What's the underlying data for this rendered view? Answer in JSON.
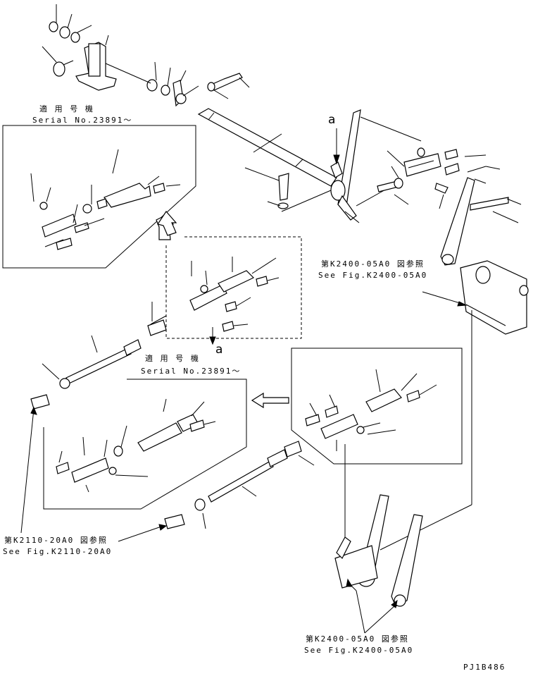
{
  "labels": {
    "serial_applicable_top": "適 用 号 機",
    "serial_number_top": "Serial No.23891～",
    "serial_applicable_mid": "適 用 号 機",
    "serial_number_mid": "Serial No.23891～",
    "ref_k2400_top_jp": "第K2400-05A0 図参照",
    "ref_k2400_top_en": "See Fig.K2400-05A0",
    "ref_k2110_jp": "第K2110-20A0 図参照",
    "ref_k2110_en": "See Fig.K2110-20A0",
    "ref_k2400_bottom_jp": "第K2400-05A0 図参照",
    "ref_k2400_bottom_en": "See Fig.K2400-05A0",
    "marker_a_top": "a",
    "marker_a_mid": "a",
    "drawing_code": "PJ1B486"
  }
}
